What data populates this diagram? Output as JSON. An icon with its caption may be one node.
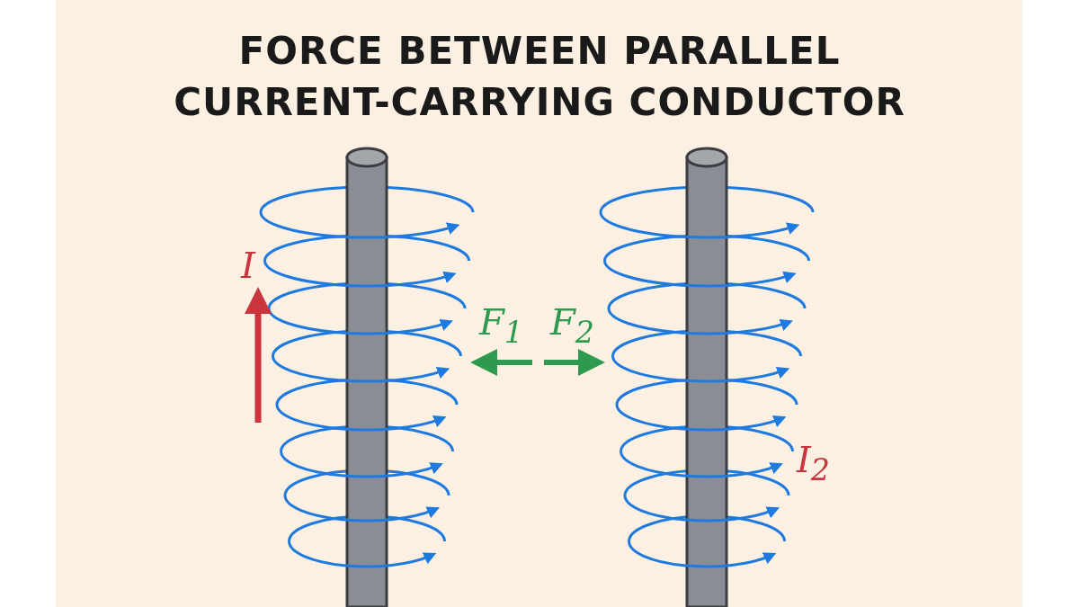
{
  "diagram": {
    "title": "FORCE BETWEEN PARALLEL CURRENT-CARRYING CONDUCTOR",
    "labels": [
      "I",
      "F$_{1}$",
      "F$_{2}$",
      "I$_{2}$"
    ]
  }
}
